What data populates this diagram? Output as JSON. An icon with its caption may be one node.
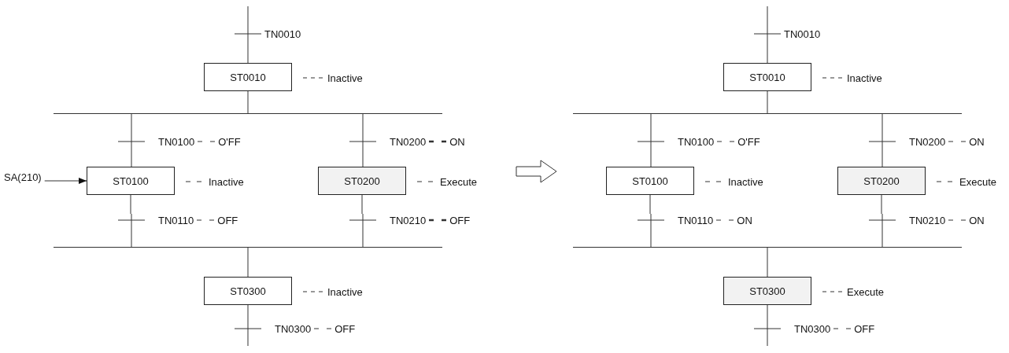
{
  "diagram": {
    "nodes": [
      {
        "text": [
          "TN0010"
        ]
      },
      {
        "text": [
          "ST0010"
        ],
        "beside": [
          "Inactive"
        ]
      },
      {
        "text": [],
        "shape": "bar"
      },
      {
        "text": [
          "TN0100",
          "O'FF"
        ]
      },
      {
        "text": [
          "TN0200",
          "ON"
        ]
      },
      {
        "text": [
          "SA(210)"
        ]
      },
      {
        "text": [
          "ST0100"
        ],
        "beside": [
          "Inactive"
        ]
      },
      {
        "text": [
          "ST0200"
        ],
        "beside": [
          "Execute"
        ]
      },
      {
        "text": [
          "TN0110",
          "OFF"
        ]
      },
      {
        "text": [
          "TN0210",
          "OFF"
        ]
      },
      {
        "text": [],
        "shape": "bar"
      },
      {
        "text": [
          "ST0300"
        ],
        "beside": [
          "Inactive"
        ]
      },
      {
        "text": [
          "TN0300",
          "OFF"
        ]
      },
      {
        "text": [
          "TN0010"
        ]
      },
      {
        "text": [
          "ST0010"
        ],
        "beside": [
          "Inactive"
        ]
      },
      {
        "text": [],
        "shape": "bar"
      },
      {
        "text": [
          "TN0100",
          "O'FF"
        ]
      },
      {
        "text": [
          "TN0200",
          "ON"
        ]
      },
      {
        "text": [
          "ST0100"
        ],
        "beside": [
          "Inactive"
        ]
      },
      {
        "text": [
          "ST0200"
        ],
        "beside": [
          "Execute"
        ]
      },
      {
        "text": [
          "TN0110",
          "ON"
        ]
      },
      {
        "text": [
          "TN0210",
          "ON"
        ]
      },
      {
        "text": [],
        "shape": "bar"
      },
      {
        "text": [
          "ST0300"
        ],
        "beside": [
          "Execute"
        ]
      },
      {
        "text": [
          "TN0300",
          "OFF"
        ]
      }
    ],
    "edges": [
      {
        "from": null,
        "to": 0,
        "arrow": "none"
      },
      {
        "from": 0,
        "to": 1,
        "arrow": "none"
      },
      {
        "from": 1,
        "to": 2,
        "arrow": "none"
      },
      {
        "from": 2,
        "to": 3,
        "arrow": "none"
      },
      {
        "from": 3,
        "to": 6,
        "arrow": "none"
      },
      {
        "from": 6,
        "to": 8,
        "arrow": "none"
      },
      {
        "from": 8,
        "to": 10,
        "arrow": "none"
      },
      {
        "from": 2,
        "to": 4,
        "arrow": "none"
      },
      {
        "from": 4,
        "to": 7,
        "arrow": "none"
      },
      {
        "from": 7,
        "to": 9,
        "arrow": "none"
      },
      {
        "from": 9,
        "to": 10,
        "arrow": "none"
      },
      {
        "from": 10,
        "to": 11,
        "arrow": "none"
      },
      {
        "from": 11,
        "to": 12,
        "arrow": "none"
      },
      {
        "from": 12,
        "to": null,
        "arrow": "none"
      },
      {
        "from": 5,
        "to": 6,
        "arrow": "to"
      },
      {
        "from": null,
        "to": 13,
        "arrow": "none"
      },
      {
        "from": 13,
        "to": 14,
        "arrow": "none"
      },
      {
        "from": 14,
        "to": 15,
        "arrow": "none"
      },
      {
        "from": 15,
        "to": 16,
        "arrow": "none"
      },
      {
        "from": 16,
        "to": 18,
        "arrow": "none"
      },
      {
        "from": 18,
        "to": 20,
        "arrow": "none"
      },
      {
        "from": 20,
        "to": 22,
        "arrow": "none"
      },
      {
        "from": 15,
        "to": 17,
        "arrow": "none"
      },
      {
        "from": 17,
        "to": 19,
        "arrow": "none"
      },
      {
        "from": 19,
        "to": 21,
        "arrow": "none"
      },
      {
        "from": 21,
        "to": 22,
        "arrow": "none"
      },
      {
        "from": 22,
        "to": 23,
        "arrow": "none"
      },
      {
        "from": 23,
        "to": 24,
        "arrow": "none"
      },
      {
        "from": 24,
        "to": null,
        "arrow": "none"
      }
    ]
  }
}
